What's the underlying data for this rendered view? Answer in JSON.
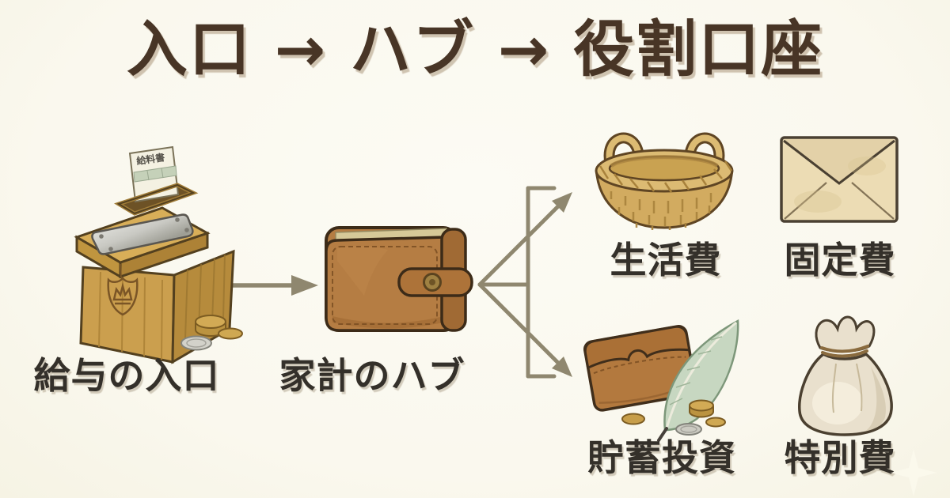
{
  "title": "入口 → ハブ → 役割口座",
  "nodes": {
    "source": {
      "label": "給与の入口",
      "icon": "salary-box-icon",
      "slip_text": "給料書"
    },
    "hub": {
      "label": "家計のハブ",
      "icon": "wallet-icon"
    },
    "living": {
      "label": "生活費",
      "icon": "basket-icon"
    },
    "fixed": {
      "label": "固定費",
      "icon": "envelope-icon"
    },
    "savings": {
      "label": "貯蓄投資",
      "icon": "pouch-quill-icon"
    },
    "special": {
      "label": "特別費",
      "icon": "money-bag-icon"
    }
  },
  "arrows": [
    {
      "from": "給与の入口",
      "to": "家計のハブ"
    },
    {
      "from": "家計のハブ",
      "to": "生活費"
    },
    {
      "from": "家計のハブ",
      "to": "貯蓄投資"
    }
  ],
  "colors": {
    "background": "#faf8ee",
    "title_text": "#483526",
    "label_text": "#34302a",
    "arrow": "#8f876f",
    "wood": "#cb9f4e",
    "leather": "#b57d43",
    "basket": "#d2ab60",
    "envelope": "#ecdcb4",
    "money_bag": "#e9e0cd",
    "feather": "#c7d7c1"
  }
}
